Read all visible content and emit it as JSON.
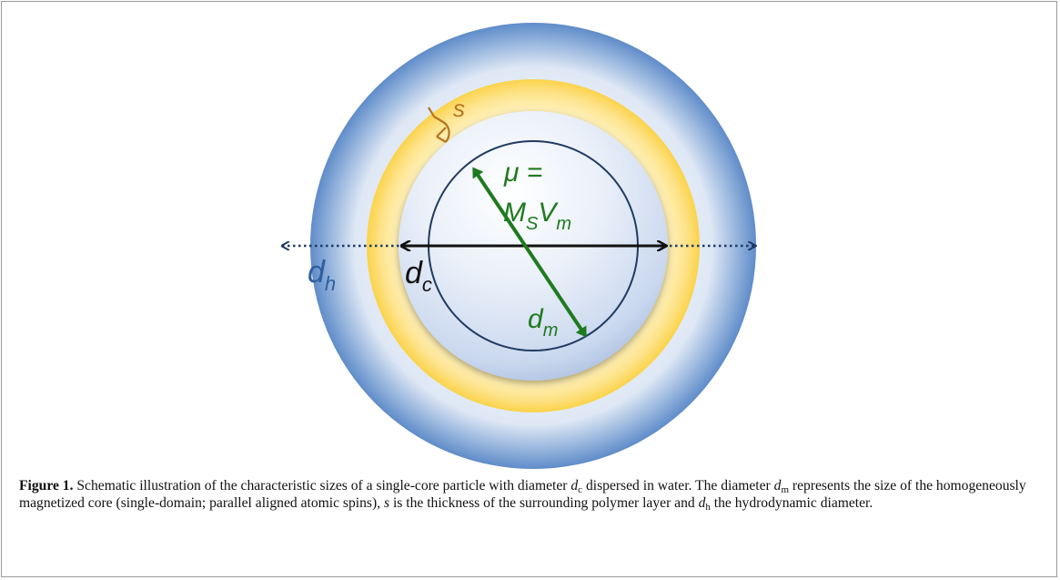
{
  "diagram": {
    "labels": {
      "s": "s",
      "mu_line1": "μ =",
      "mu_M": "M",
      "mu_Msub": "S",
      "mu_V": "V",
      "mu_Vsub": "m",
      "dh": "d",
      "dh_sub": "h",
      "dc": "d",
      "dc_sub": "c",
      "dm": "d",
      "dm_sub": "m"
    },
    "colors": {
      "hydro_shell": "#5b8ac9",
      "polymer_shell": "#fcd54a",
      "core": "#d9e4f5",
      "line_dark": "#1f3b63",
      "green": "#1e7a1e",
      "bracket": "#b7741e"
    }
  },
  "caption": {
    "fig_label": "Figure 1.",
    "t1": " Schematic illustration of the characteristic sizes of a single-core particle with diameter ",
    "dc_var": "d",
    "dc_sub": "c",
    "t2": " dispersed in water. The diameter ",
    "dm_var": "d",
    "dm_sub": "m",
    "t3": " represents the size of the homogeneously magnetized core (single-domain; parallel aligned atomic spins), ",
    "s_var": "s",
    "t4": " is the thickness of the surrounding polymer layer and ",
    "dh_var": "d",
    "dh_sub": "h",
    "t5": " the hydrodynamic diameter."
  }
}
